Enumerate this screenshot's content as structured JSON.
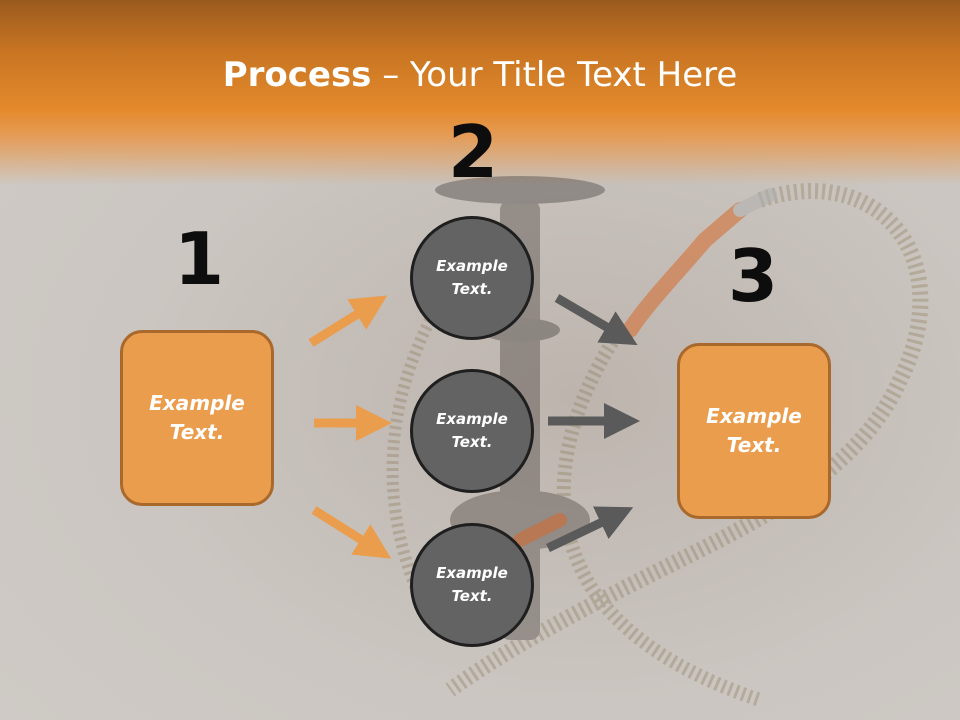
{
  "slide": {
    "title_bold": "Process",
    "title_rest": " – Your Title Text Here",
    "step1": {
      "number": "1",
      "text": "Example\nText."
    },
    "step2": {
      "number": "2",
      "items": [
        "Example\nText.",
        "Example\nText.",
        "Example\nText."
      ]
    },
    "step3": {
      "number": "3",
      "text": "Example\nText."
    }
  },
  "colors": {
    "accent_orange": "#ea9d4d",
    "circle_gray": "#636363",
    "arrow_gray": "#5a5a5a",
    "header_orange": "#e48a2c"
  }
}
